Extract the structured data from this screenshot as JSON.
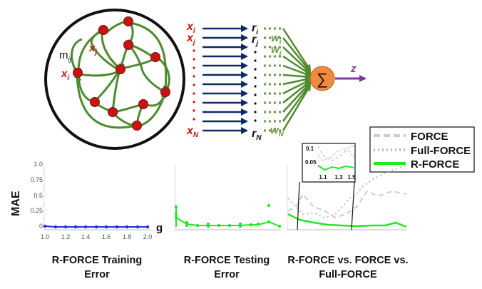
{
  "network": {
    "label_m": "m",
    "label_m_sub": "ij",
    "label_xi": "x",
    "label_xi_sub": "i",
    "label_xj": "x",
    "label_xj_sub": "j"
  },
  "inputs": {
    "xi": "x",
    "xi_sub": "i",
    "xj": "x",
    "xj_sub": "j",
    "xN": "x",
    "xN_sub": "N"
  },
  "rates": {
    "ri": "r",
    "ri_sub": "i",
    "rj": "r",
    "rj_sub": "j",
    "rN": "r",
    "rN_sub": "N"
  },
  "weights": {
    "wi": "w",
    "wi_sub": "i",
    "wj": "w",
    "wj_sub": "j",
    "wN": "w",
    "wN_sub": "N"
  },
  "output": {
    "sum_symbol": "∑",
    "z": "z"
  },
  "legend": {
    "items": [
      {
        "label": "FORCE",
        "style": "dashed",
        "color": "#cccccc"
      },
      {
        "label": "Full-FORCE",
        "style": "dotted",
        "color": "#bbbbbb"
      },
      {
        "label": "R-FORCE",
        "style": "solid",
        "color": "#22e822"
      }
    ]
  },
  "plots": {
    "ylabel": "MAE",
    "xlabel": "g",
    "yticks": [
      "1.0",
      "0.75",
      "0.5",
      "0.25",
      "0"
    ],
    "xticks": [
      "1.0",
      "1.2",
      "1.4",
      "1.6",
      "1.8",
      "2.0"
    ],
    "inset": {
      "yticks": [
        "0.1",
        "0.05"
      ],
      "xticks": [
        "1.1",
        "1.3",
        "1.5"
      ]
    },
    "titles": {
      "p1_line1": "R-FORCE Training",
      "p1_line2": "Error",
      "p2_line1": "R-FORCE Testing",
      "p2_line2": "Error",
      "p3_line1": "R-FORCE vs. FORCE vs.",
      "p3_line2": "Full-FORCE"
    }
  },
  "colors": {
    "green": "#4e8a2e",
    "red": "#cc1111",
    "navy": "#0d2a66",
    "orange": "#f08a3c",
    "purple": "#7a3a9a",
    "blue": "#1a2ee0",
    "bright_green": "#22e822",
    "weight_green": "#6a9a4a"
  }
}
